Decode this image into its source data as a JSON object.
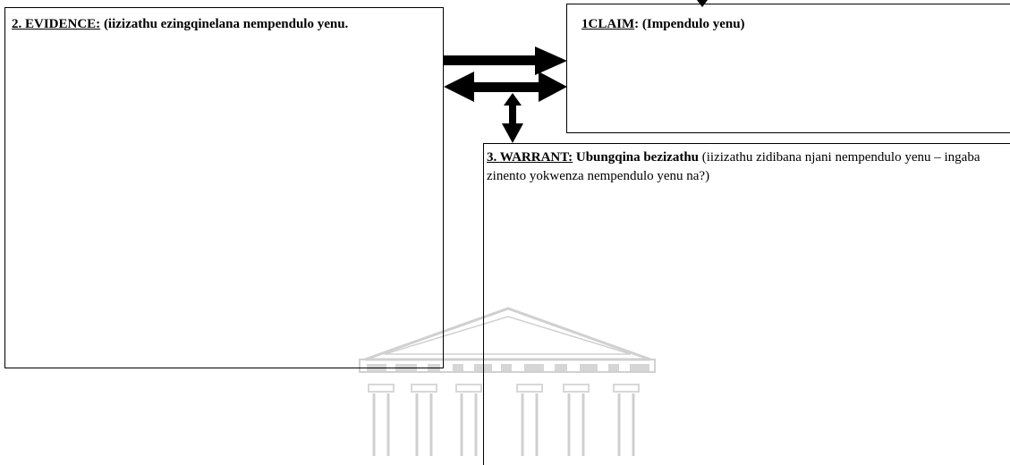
{
  "evidence": {
    "label": "2. EVIDENCE:",
    "text": " (iizizathu ezingqinelana nempendulo yenu."
  },
  "claim": {
    "label": "1CLAIM",
    "text": ": (Impendulo yenu)"
  },
  "warrant": {
    "label": "3. WARRANT:",
    "bold_text": " Ubungqina bezizathu",
    "text": " (iizizathu zidibana njani nempendulo yenu – ingaba zinento yokwenza nempendulo yenu na?)"
  },
  "colors": {
    "line": "#000000",
    "watermark": "#cfcfcf"
  }
}
